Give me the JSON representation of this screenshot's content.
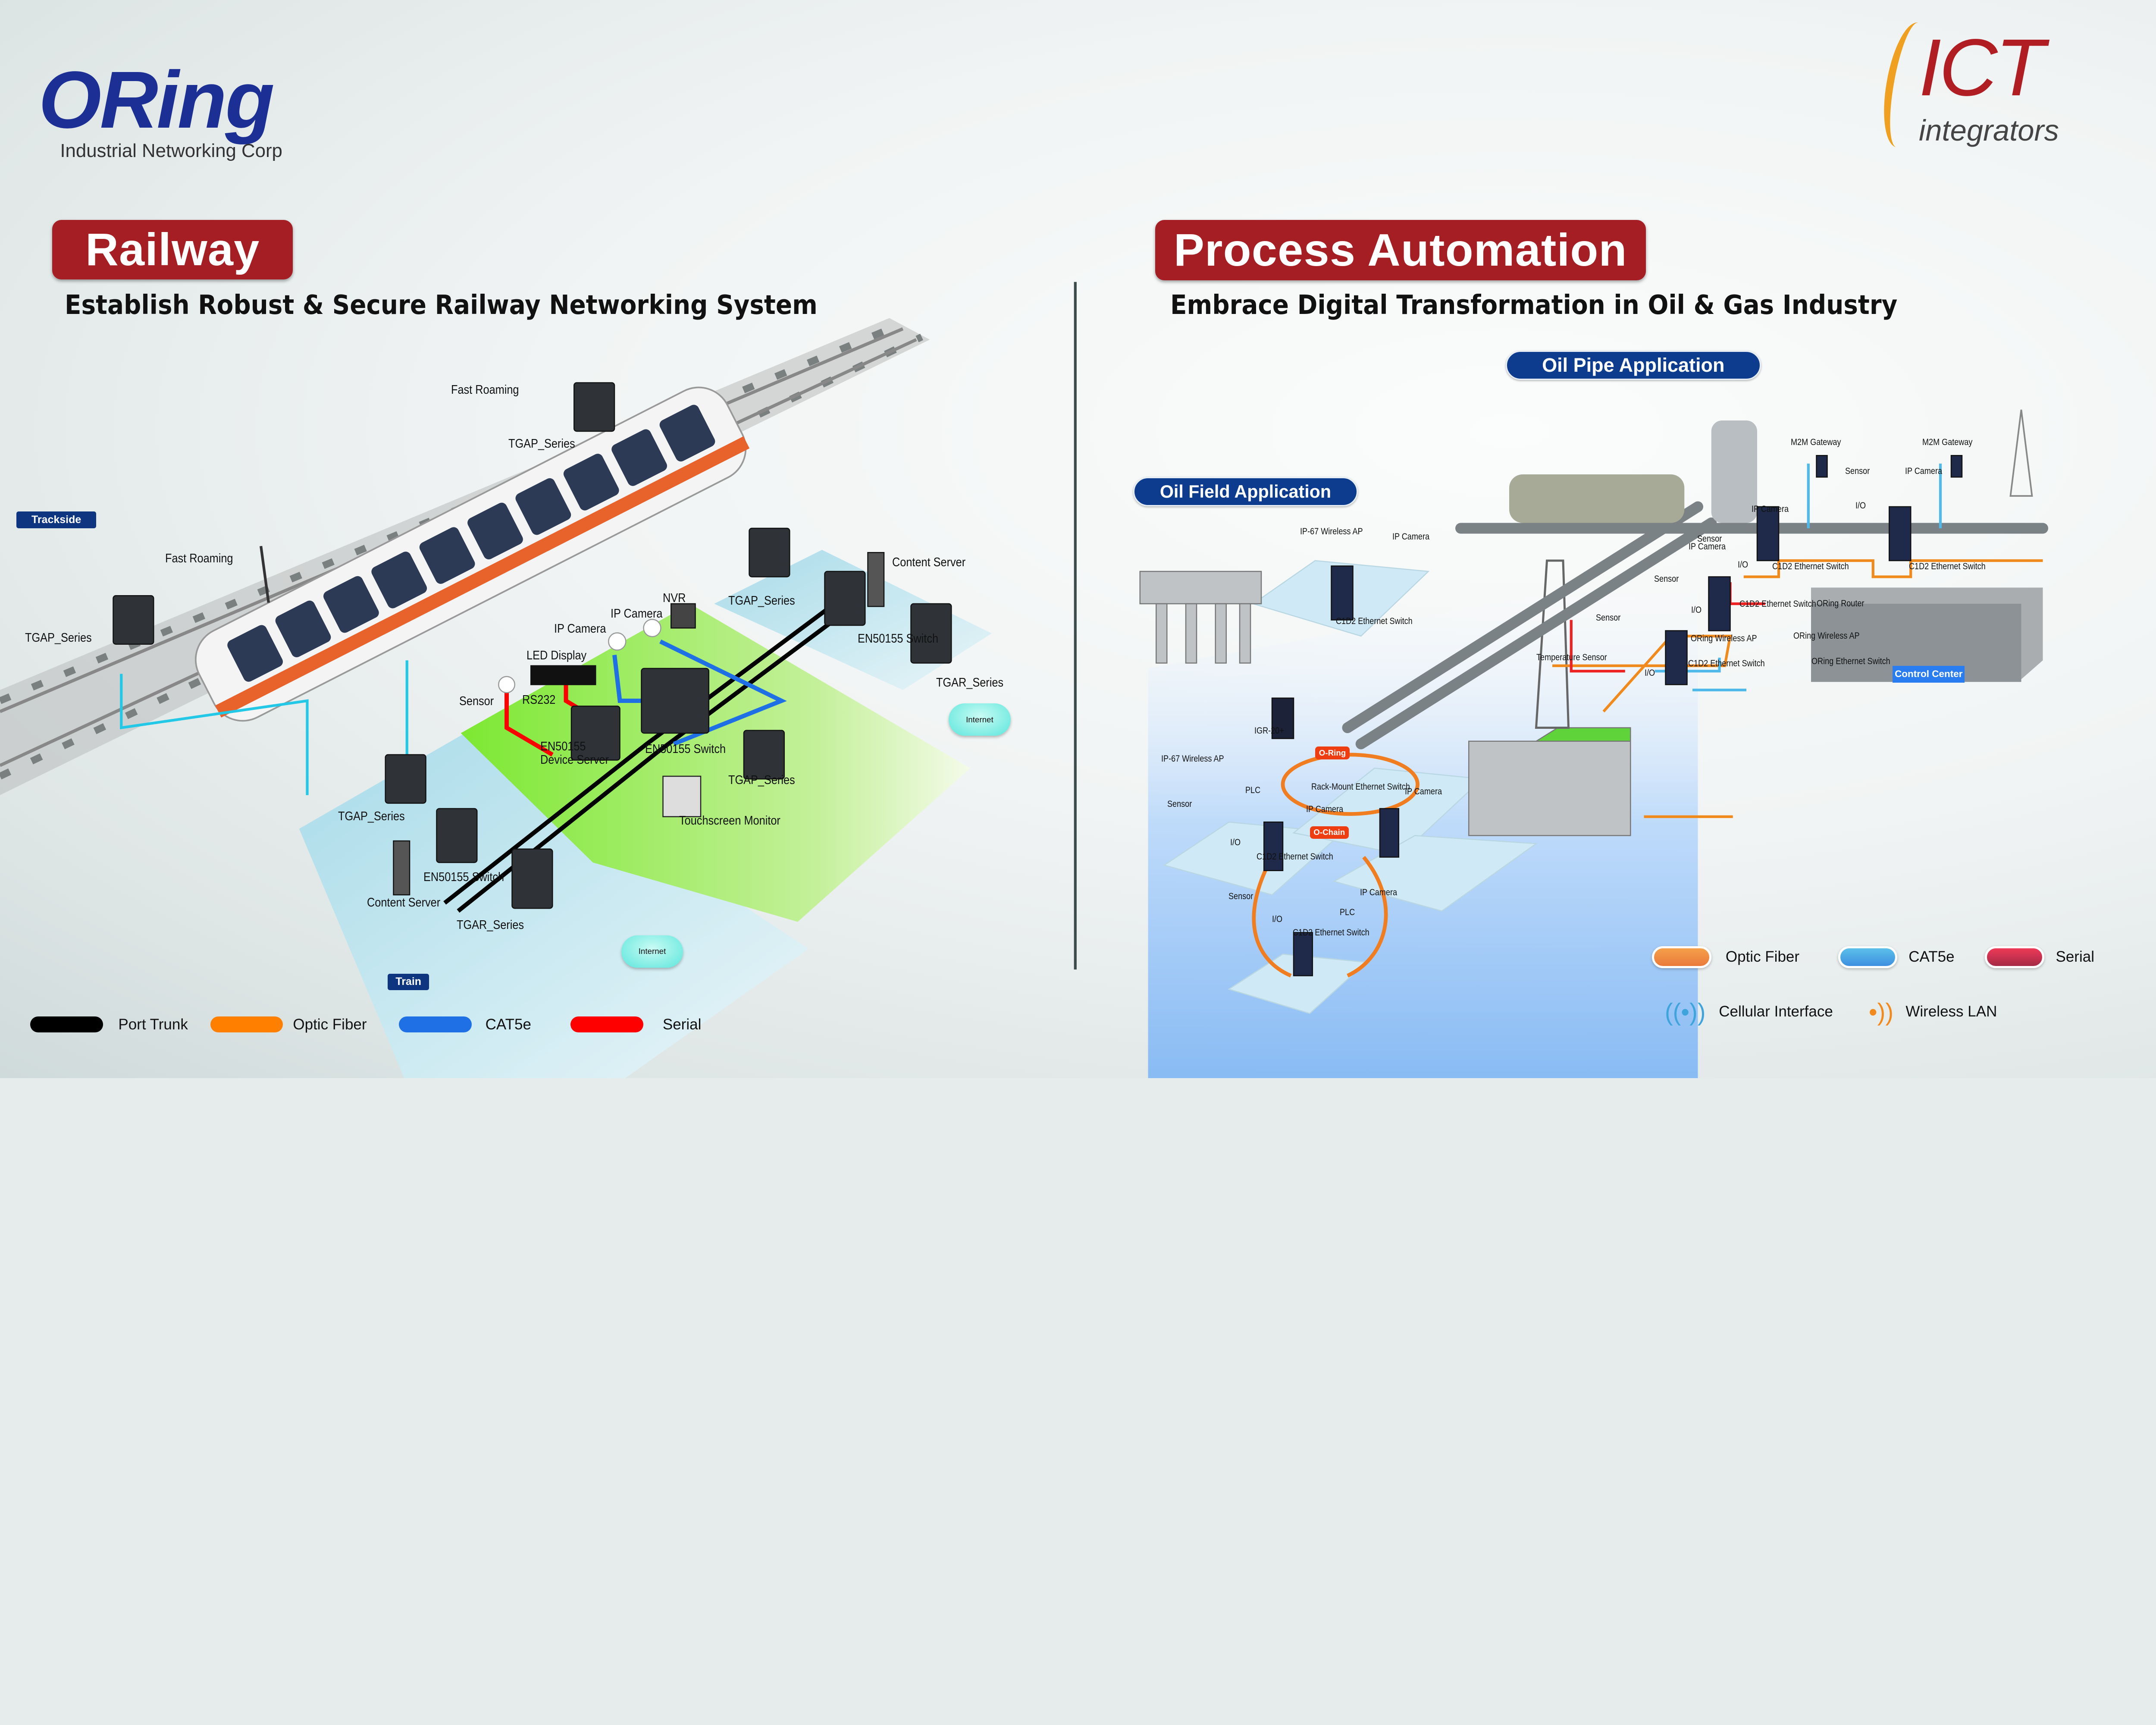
{
  "brand": {
    "name": "ORing",
    "tagline": "Industrial Networking Corp",
    "color": "#1c2f95"
  },
  "partner": {
    "name": "ICT",
    "tagline": "integrators",
    "color": "#b01e24"
  },
  "railway": {
    "title": "Railway",
    "subtitle": "Establish Robust & Secure Railway Networking System",
    "tag_trackside": "Trackside",
    "tag_train": "Train",
    "labels": [
      "Fast Roaming",
      "TGAP_Series",
      "Fast Roaming",
      "TGAP_Series",
      "Content Server",
      "TGAP_Series",
      "NVR",
      "IP Camera",
      "IP Camera",
      "EN50155 Switch",
      "LED Display",
      "TGAR_Series",
      "Sensor",
      "RS232",
      "EN50155",
      "Device Server",
      "EN50155 Switch",
      "TGAP_Series",
      "Touchscreen Monitor",
      "TGAP_Series",
      "EN50155 Switch",
      "Content Server",
      "TGAR_Series"
    ],
    "internet": "Internet"
  },
  "process": {
    "title": "Process Automation",
    "subtitle": "Embrace Digital Transformation in Oil & Gas Industry",
    "oil_pipe_title": "Oil Pipe Application",
    "oil_field_title": "Oil Field Application",
    "field_labels": [
      "IP-67 Wireless AP",
      "IP Camera",
      "C1D2 Ethernet Switch",
      "IGR-20+",
      "IP-67 Wireless AP",
      "PLC",
      "Sensor",
      "Rack-Mount Ethernet Switch",
      "IP Camera",
      "IP Camera",
      "I/O",
      "C1D2 Ethernet Switch",
      "Sensor",
      "IP Camera",
      "PLC",
      "I/O",
      "C1D2 Ethernet Switch"
    ],
    "ring_badge": "O-Ring",
    "chain_badge": "O-Chain",
    "pipe_labels": [
      "M2M Gateway",
      "M2M Gateway",
      "Sensor",
      "IP Camera",
      "I/O",
      "IP Camera",
      "Sensor",
      "IP Camera",
      "I/O",
      "C1D2 Ethernet Switch",
      "C1D2 Ethernet Switch",
      "Sensor",
      "C1D2 Ethernet Switch",
      "I/O",
      "ORing Router",
      "Sensor",
      "ORing Wireless AP",
      "ORing Wireless AP",
      "Temperature Sensor",
      "C1D2 Ethernet Switch",
      "I/O",
      "ORing Ethernet Switch"
    ],
    "control_center": "Control Center"
  },
  "legend_left": [
    {
      "label": "Port Trunk",
      "color": "#000000"
    },
    {
      "label": "Optic Fiber",
      "color": "#ff8000"
    },
    {
      "label": "CAT5e",
      "color": "#1f6fe5"
    },
    {
      "label": "Serial",
      "color": "#ff0000"
    }
  ],
  "legend_right": [
    {
      "label": "Optic Fiber",
      "color": "#ee8a42"
    },
    {
      "label": "CAT5e",
      "color": "#4fa6e6"
    },
    {
      "label": "Serial",
      "color": "#c8304a"
    }
  ],
  "signals": [
    {
      "label": "Cellular Interface",
      "color": "#3fa3dc"
    },
    {
      "label": "Wireless LAN",
      "color": "#f08a1c"
    }
  ]
}
